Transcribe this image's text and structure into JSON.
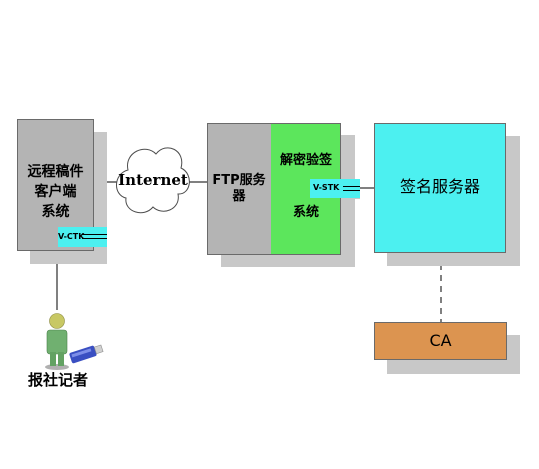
{
  "nodes": {
    "client": {
      "label_lines": [
        "远程稿件",
        "客户端",
        "系统"
      ],
      "tag": "V-CTK"
    },
    "internet": {
      "label": "Internet"
    },
    "ftp": {
      "label_lines": [
        "FTP服务",
        "器"
      ]
    },
    "verify": {
      "label_top": "解密验签",
      "label_bottom": "系统",
      "tag": "V-STK"
    },
    "sign_server": {
      "label": "签名服务器"
    },
    "ca": {
      "label": "CA"
    },
    "reporter": {
      "label": "报社记者"
    }
  },
  "colors": {
    "cyan": "#4cf0f0",
    "green": "#5ce65c",
    "gray_box": "#b4b4b4",
    "ca_orange": "#dc9450",
    "shadow": "#c8c8c8"
  },
  "icons": {
    "reporter": "person-icon",
    "usb_key": "usb-key-icon",
    "cloud": "cloud-icon"
  }
}
